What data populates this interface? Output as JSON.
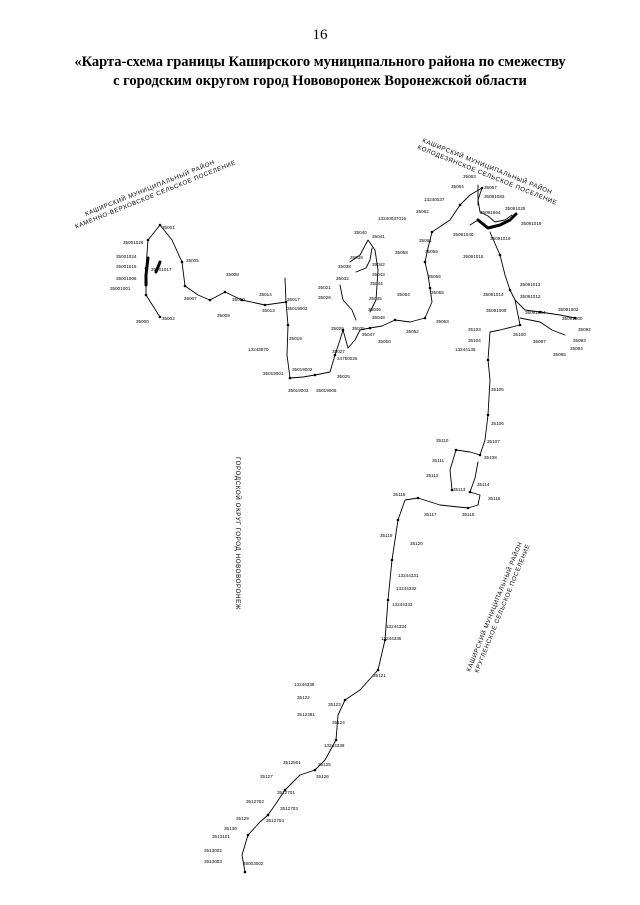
{
  "page_number": "16",
  "title": "«Карта-схема границы Каширского муниципального района по смежеству с городским округом город Нововоронеж Воронежской области",
  "area_labels": [
    {
      "line1": "КАШИРСКИЙ МУНИЦИПАЛЬНЫЙ РАЙОН",
      "line2": "КОЛОДЕЗЯНСКОЕ СЕЛЬСКОЕ ПОСЕЛЕНИЕ"
    },
    {
      "line1": "КАШИРСКИЙ МУНИЦИПАЛЬНЫЙ РАЙОН",
      "line2": "КАМЕННО-ВЕРХОВСКОЕ СЕЛЬСКОЕ ПОСЕЛЕНИЕ"
    },
    {
      "line1": "ГОРОДСКОЙ ОКРУГ ГОРОД НОВОВОРОНЕЖ",
      "line2": ""
    },
    {
      "line1": "КАШИРСКИЙ МУНИЦИПАЛЬНЫЙ РАЙОН",
      "line2": "КРУГЛЕНСКОЕ СЕЛЬСКОЕ ПОСЕЛЕНИЕ"
    }
  ],
  "point_labels": [
    "35001",
    "35001026",
    "35001024",
    "35001015",
    "35001005",
    "35001001",
    "35001017",
    "35000",
    "35002",
    "35005",
    "35007",
    "35008",
    "35009",
    "35010",
    "35014",
    "35013",
    "35017",
    "35019002",
    "35019",
    "13243970",
    "35019001",
    "35019002",
    "35019003",
    "35019005",
    "35025",
    "24750026",
    "35027",
    "35029",
    "35026",
    "35021",
    "35032",
    "35038",
    "35035",
    "35039",
    "35040",
    "35041",
    "35042",
    "35043",
    "35044",
    "35045",
    "35046",
    "35048",
    "35047",
    "35050",
    "35052",
    "35053",
    "35054",
    "35055",
    "35056",
    "35059",
    "35058",
    "35062",
    "35061",
    "13240037",
    "13240037016",
    "35063",
    "35064",
    "35067",
    "35091083",
    "35091664",
    "35091025",
    "35091019",
    "35091040",
    "35091016",
    "35091015",
    "35091013",
    "35091012",
    "35091014",
    "35091009",
    "35091004",
    "35091002",
    "35091000",
    "35092",
    "35093",
    "35094",
    "35095",
    "35097",
    "35100",
    "35103",
    "35104",
    "13244136",
    "35105",
    "35106",
    "35107",
    "35108",
    "35110",
    "35111",
    "35112",
    "35113",
    "35114",
    "35115",
    "35116",
    "35117",
    "35118",
    "35119",
    "35120",
    "13244331",
    "13244332",
    "13244333",
    "13244334",
    "13244335",
    "35121",
    "13244336",
    "35122",
    "35123",
    "3512381",
    "35124",
    "13244338",
    "3512501",
    "35125",
    "35126",
    "35127",
    "3512701",
    "3512702",
    "3512703",
    "3512704",
    "35129",
    "35130",
    "3513101",
    "3513002",
    "3513003",
    "48003002"
  ]
}
